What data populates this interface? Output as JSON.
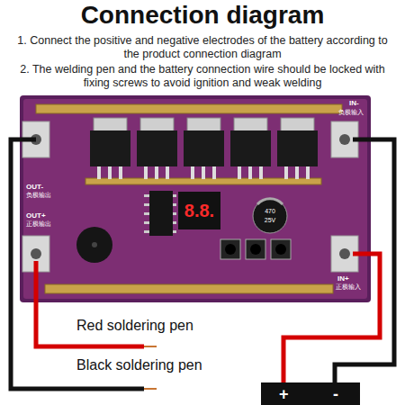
{
  "diagram": {
    "title": "Connection diagram",
    "nodes": [
      {
        "text": [
          "+",
          "-"
        ]
      }
    ],
    "labels": [
      "1. Connect the positive and negative electrodes of the battery according to the product connection diagram",
      "2. The welding pen and the battery connection wire should be locked with fixing screws to avoid ignition and weak welding",
      "IN-",
      "负极输入",
      "OUT-",
      "负极输出",
      "OUT+",
      "正极输出",
      "IN+",
      "正极输入",
      "8.8.",
      "470",
      "25V",
      "Red soldering pen",
      "Black soldering pen"
    ]
  }
}
